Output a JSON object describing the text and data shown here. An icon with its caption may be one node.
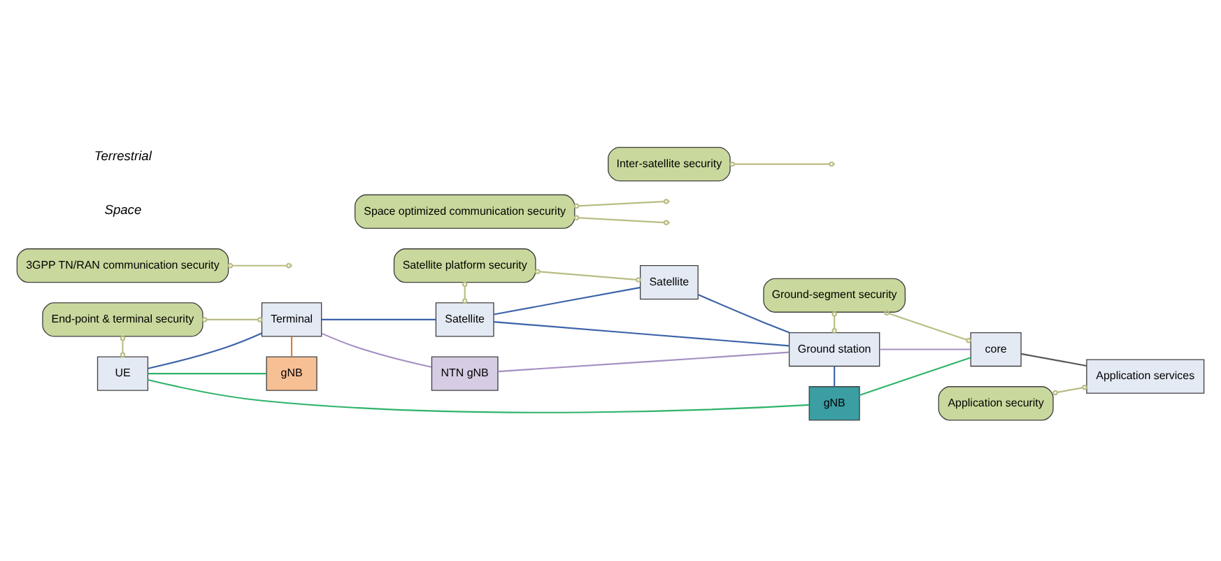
{
  "diagram": {
    "nodes": [
      {
        "text": [
          "End-point & terminal security"
        ]
      },
      {
        "text": [
          "Terminal"
        ]
      },
      {
        "text": [
          "UE"
        ]
      },
      {
        "text": [
          "gNB"
        ]
      },
      {
        "text": [
          "3GPP TN/RAN communication security"
        ]
      },
      {
        "text": [
          "Satellite platform security"
        ]
      },
      {
        "text": [
          "Space optimized communication security"
        ]
      },
      {
        "text": [
          "Satellite"
        ]
      },
      {
        "text": [
          "Inter-satellite security"
        ]
      },
      {
        "text": [
          "Satellite"
        ]
      },
      {
        "text": [
          "NTN gNB"
        ]
      },
      {
        "text": [
          "Ground station"
        ]
      },
      {
        "text": [
          "Ground-segment security"
        ]
      },
      {
        "text": [
          "gNB"
        ]
      },
      {
        "text": [
          "core"
        ]
      },
      {
        "text": [
          "Application security"
        ]
      },
      {
        "text": [
          "Application services"
        ]
      }
    ],
    "edges": [
      {
        "from": 2,
        "to": 1,
        "arrow": "none",
        "color": "#3b62a8"
      },
      {
        "from": 2,
        "to": 3,
        "arrow": "none",
        "color": "#2fb36a"
      },
      {
        "from": 1,
        "to": 3,
        "arrow": "none",
        "color": "#e07a30"
      },
      {
        "from": 1,
        "to": 9,
        "arrow": "none",
        "color": "#3b62a8"
      },
      {
        "from": 1,
        "to": 10,
        "arrow": "none",
        "color": "#a58fc2"
      },
      {
        "from": 9,
        "to": 7,
        "arrow": "none",
        "color": "#3b62a8"
      },
      {
        "from": 7,
        "to": 11,
        "arrow": "none",
        "color": "#3b62a8"
      },
      {
        "from": 9,
        "to": 11,
        "arrow": "none",
        "color": "#3b62a8"
      },
      {
        "from": 10,
        "to": 11,
        "arrow": "none",
        "color": "#a58fc2"
      },
      {
        "from": 11,
        "to": 13,
        "arrow": "none",
        "color": "#3b62a8"
      },
      {
        "from": 11,
        "to": 14,
        "arrow": "none",
        "color": "#a58fc2"
      },
      {
        "from": 13,
        "to": 14,
        "arrow": "none",
        "color": "#2fb36a"
      },
      {
        "from": 14,
        "to": 16,
        "arrow": "none",
        "color": "#555555"
      },
      {
        "from": 2,
        "to": 13,
        "arrow": "none",
        "color": "#2fb36a"
      },
      {
        "from": 0,
        "to": 2,
        "arrow": "other",
        "color": "#b9bd83"
      },
      {
        "from": 0,
        "to": 1,
        "arrow": "other",
        "color": "#b9bd83"
      },
      {
        "from": 4,
        "to": null,
        "arrow": "other",
        "color": "#b9bd83"
      },
      {
        "from": 5,
        "to": 7,
        "arrow": "other",
        "color": "#b9bd83"
      },
      {
        "from": 5,
        "to": 9,
        "arrow": "other",
        "color": "#b9bd83"
      },
      {
        "from": 6,
        "to": null,
        "arrow": "other",
        "color": "#b9bd83"
      },
      {
        "from": 6,
        "to": null,
        "arrow": "other",
        "color": "#b9bd83"
      },
      {
        "from": 8,
        "to": null,
        "arrow": "other",
        "color": "#b9bd83"
      },
      {
        "from": 12,
        "to": 11,
        "arrow": "other",
        "color": "#b9bd83"
      },
      {
        "from": 12,
        "to": 14,
        "arrow": "other",
        "color": "#b9bd83"
      },
      {
        "from": 15,
        "to": 16,
        "arrow": "other",
        "color": "#b9bd83"
      }
    ],
    "labels": [
      "Space",
      "Terrestrial"
    ]
  }
}
